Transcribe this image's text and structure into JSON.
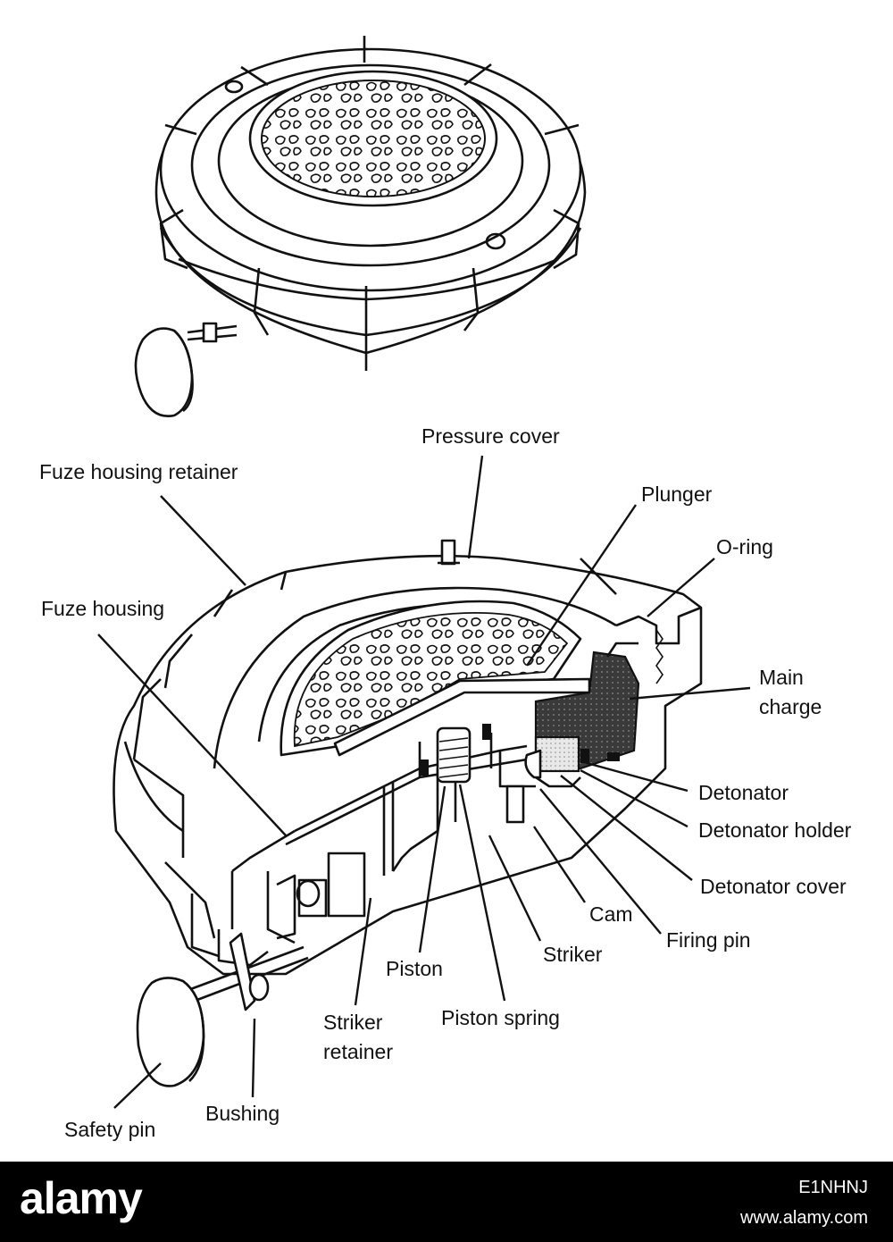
{
  "labels": {
    "pressure_cover": "Pressure cover",
    "fuze_housing_retainer": "Fuze housing retainer",
    "plunger": "Plunger",
    "o_ring": "O-ring",
    "fuze_housing": "Fuze housing",
    "main_charge_line1": "Main",
    "main_charge_line2": "charge",
    "detonator": "Detonator",
    "detonator_holder": "Detonator holder",
    "detonator_cover": "Detonator cover",
    "cam": "Cam",
    "firing_pin": "Firing pin",
    "striker": "Striker",
    "piston": "Piston",
    "piston_spring": "Piston spring",
    "striker_retainer_line1": "Striker",
    "striker_retainer_line2": "retainer",
    "bushing": "Bushing",
    "safety_pin": "Safety pin"
  },
  "watermark": {
    "brand": "alamy",
    "image_code": "E1NHNJ",
    "site": "www.alamy.com"
  }
}
